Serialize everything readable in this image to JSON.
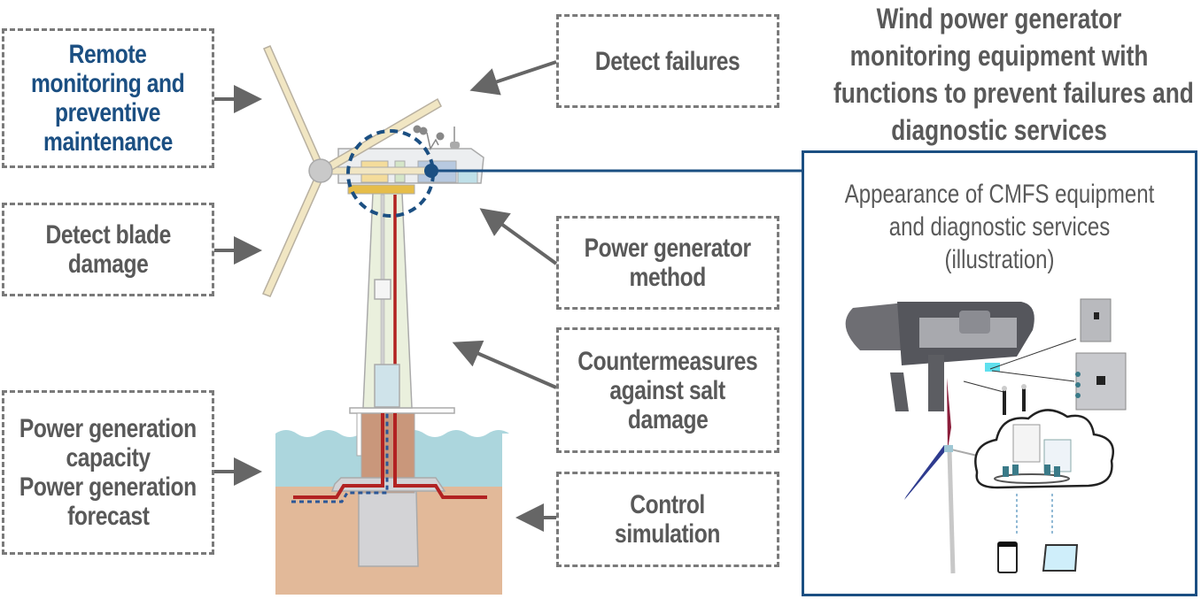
{
  "title": {
    "lines": [
      "Wind power generator",
      "monitoring equipment with",
      "functions to prevent failures and",
      "diagnostic services"
    ]
  },
  "left_labels": [
    {
      "id": "remote-monitoring",
      "lines": [
        "Remote",
        "monitoring and",
        "preventive",
        "maintenance"
      ],
      "highlight": true
    },
    {
      "id": "blade-damage",
      "lines": [
        "Detect blade",
        "damage"
      ],
      "highlight": false
    },
    {
      "id": "power-generation",
      "lines": [
        "Power generation",
        "capacity",
        "Power generation",
        "forecast"
      ],
      "highlight": false
    }
  ],
  "right_labels": [
    {
      "id": "detect-failures",
      "lines": [
        "Detect failures"
      ]
    },
    {
      "id": "generator-method",
      "lines": [
        "Power generator",
        "method"
      ]
    },
    {
      "id": "salt-damage",
      "lines": [
        "Countermeasures",
        "against salt",
        "damage"
      ]
    },
    {
      "id": "control-simulation",
      "lines": [
        "Control",
        "simulation"
      ]
    }
  ],
  "panel": {
    "caption_lines": [
      "Appearance of CMFS equipment",
      "and diagnostic services",
      "(illustration)"
    ],
    "illustrations": [
      "nacelle-with-sensors",
      "control-cabinet-small",
      "control-cabinet-large",
      "vibration-sensors",
      "wind-turbine",
      "cloud-diagnostics",
      "smartphone",
      "tablet"
    ]
  },
  "colors": {
    "accent_blue": "#1b4f82",
    "text_gray": "#595959",
    "border_gray": "#7a7a7a",
    "blade": "#f1e6c3",
    "sea": "#acd6dd",
    "ground": "#e2b999",
    "cable_red": "#b22222"
  }
}
